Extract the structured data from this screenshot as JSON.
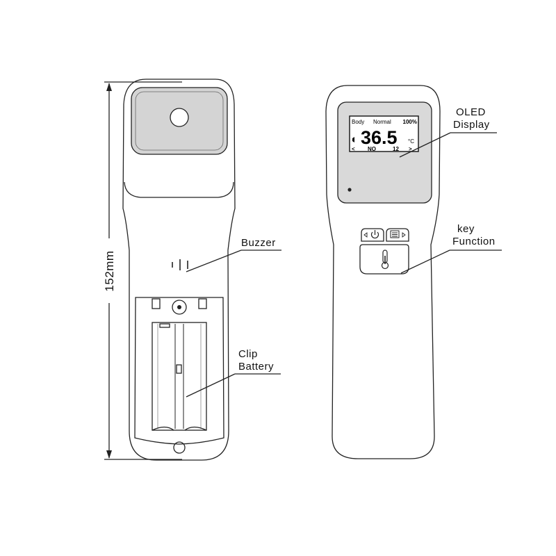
{
  "dimension": {
    "label": "152mm"
  },
  "callouts": {
    "buzzer": "Buzzer",
    "clip_line1": "Clip",
    "clip_line2": "Battery",
    "oled_line1": "OLED",
    "oled_line2": "Display",
    "key_line1": "key",
    "key_line2": "Function"
  },
  "oled_screen": {
    "mode": "Body",
    "status": "Normal",
    "battery": "100%",
    "temperature": "36.5",
    "unit": "°C",
    "left_arrow": "<",
    "memory_label": "NO",
    "memory_number": "12",
    "right_arrow": ">"
  },
  "icons": {
    "power_button": "power-icon",
    "menu_button": "list-icon",
    "measure_button": "thermometer-icon",
    "speaker_indicator": "speaker-icon"
  },
  "colors": {
    "line": "#222222",
    "panel_gray": "#d9d9d9",
    "screen_white": "#ffffff"
  }
}
